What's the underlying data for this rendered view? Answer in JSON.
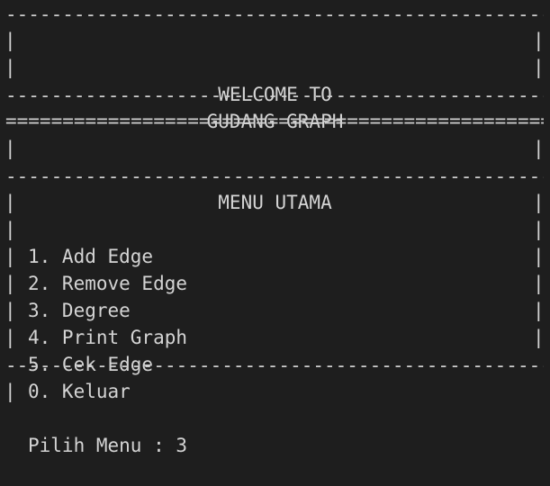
{
  "header": {
    "line1": "WELCOME TO",
    "line2": "GUDANG GRAPH"
  },
  "menu": {
    "title": "MENU UTAMA",
    "items": [
      "1. Add Edge",
      "2. Remove Edge",
      "3. Degree",
      "4. Print Graph",
      "5. Cek Edge",
      "0. Keluar"
    ]
  },
  "prompt": {
    "text": "Pilih Menu : 3"
  },
  "glyphs": {
    "bar": "|",
    "dash_rule": "------------------------------------------------------------------------------------------",
    "double_rule": "=========================================================================================="
  }
}
